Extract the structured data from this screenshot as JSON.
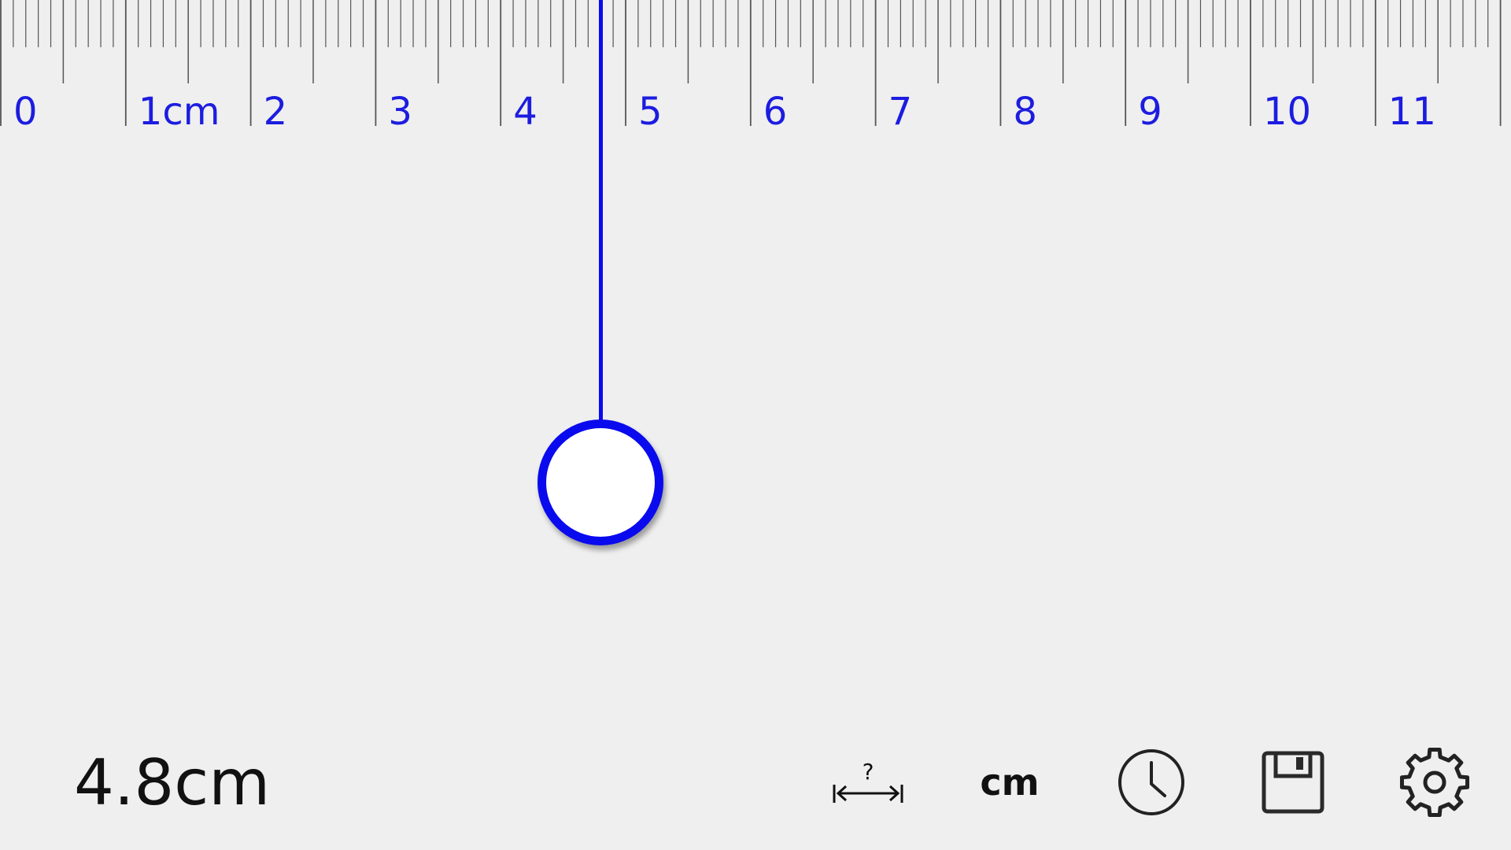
{
  "ruler": {
    "unit": "cm",
    "labels": [
      "0",
      "1cm",
      "2",
      "3",
      "4",
      "5",
      "6",
      "7",
      "8",
      "9",
      "10",
      "11"
    ],
    "subdivisions_per_unit": 10,
    "label_color": "#1c1ce0",
    "tick_color": "#555555"
  },
  "measurement": {
    "value_cm": 4.8,
    "display": "4.8cm",
    "accent_color": "#0a0aee"
  },
  "toolbar": {
    "calibrate_icon": "calibrate-distance-icon",
    "unit_label": "cm",
    "history_icon": "clock-icon",
    "save_icon": "floppy-disk-icon",
    "settings_icon": "gear-icon"
  }
}
